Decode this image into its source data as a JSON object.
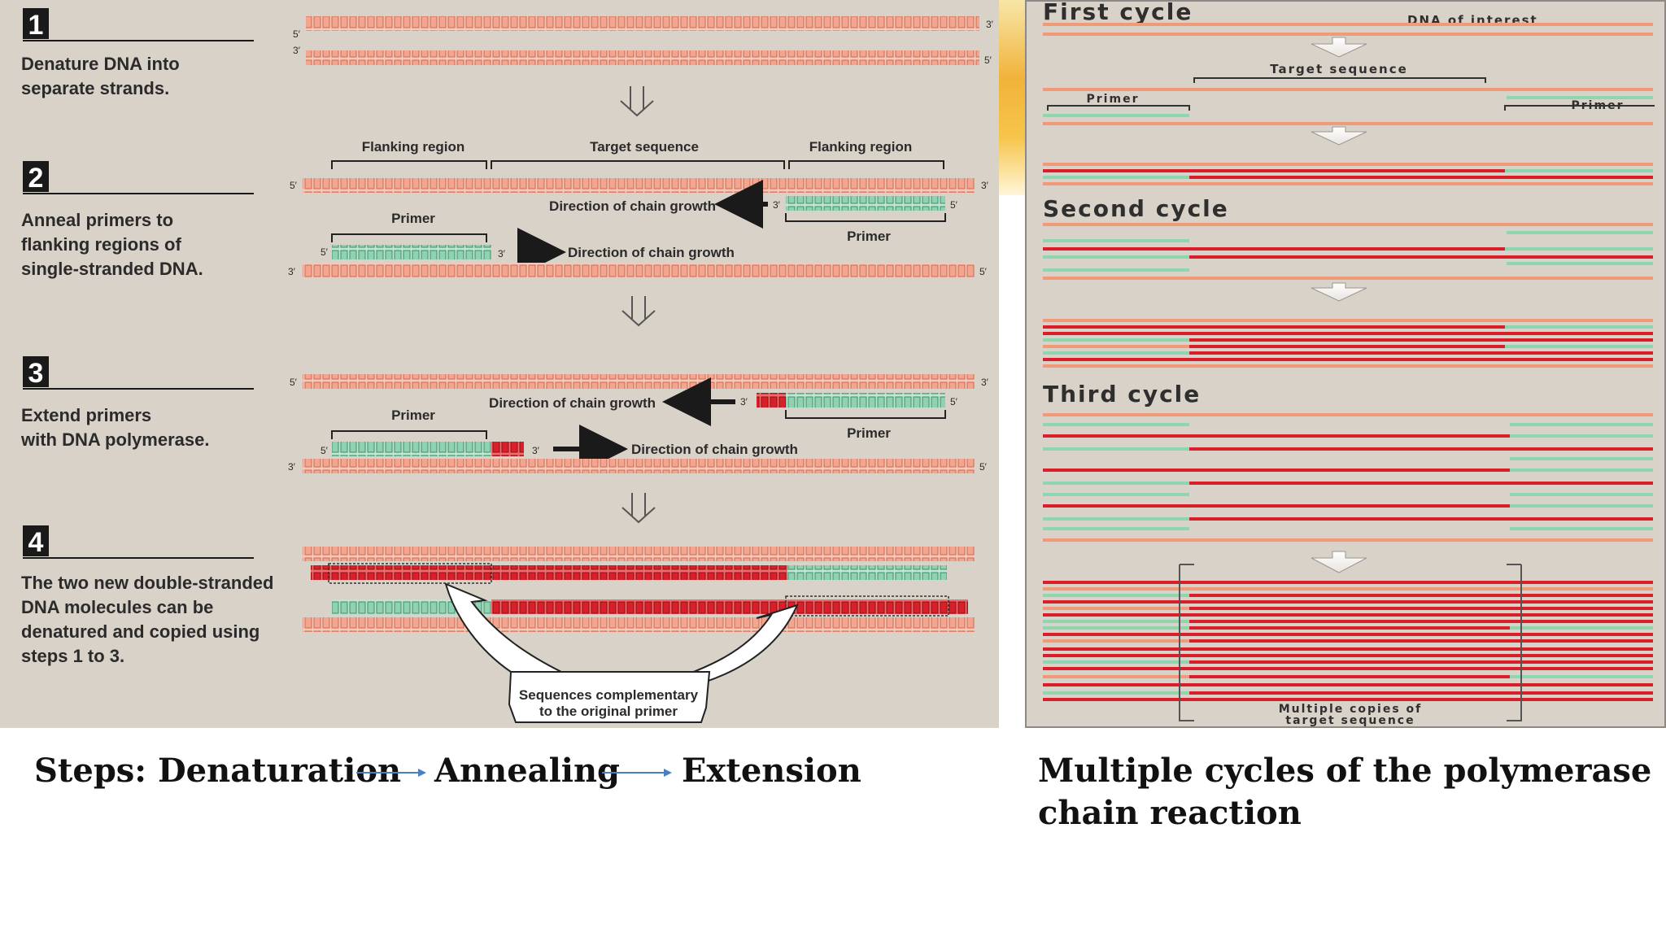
{
  "steps": [
    {
      "num": "1",
      "text": [
        "Denature DNA into",
        "separate strands."
      ]
    },
    {
      "num": "2",
      "text": [
        "Anneal primers to",
        "flanking regions of",
        "single-stranded DNA."
      ]
    },
    {
      "num": "3",
      "text": [
        "Extend primers",
        "with DNA polymerase."
      ]
    },
    {
      "num": "4",
      "text": [
        "The two new double-stranded",
        "DNA molecules can be",
        "denatured and copied using",
        "steps 1 to 3."
      ]
    }
  ],
  "left_labels": {
    "flanking_region": "Flanking region",
    "target_sequence": "Target sequence",
    "primer": "Primer",
    "direction": "Direction of chain growth",
    "complementary_line1": "Sequences complementary",
    "complementary_line2": "to the original primer",
    "five_prime": "5′",
    "three_prime": "3′"
  },
  "right_labels": {
    "first_cycle": "First cycle",
    "dna_of_interest": "DNA of interest",
    "target_sequence": "Target sequence",
    "primer_left": "Primer",
    "primer_right": "Primer",
    "second_cycle": "Second cycle",
    "third_cycle": "Third cycle",
    "multiple_copies_line1": "Multiple copies of",
    "multiple_copies_line2": "target sequence"
  },
  "captions": {
    "left_bullet": "",
    "steps_prefix": "Steps: Denaturation",
    "annealing": "Annealing",
    "extension": "Extension",
    "right_bullet": "",
    "right_line1": "Multiple cycles of the polymerase",
    "right_line2": "chain reaction"
  },
  "colors": {
    "panel_bg": "#d9d2c8",
    "dna_salmon": "#f3a58f",
    "dna_dark": "#c96a55",
    "primer_green": "#8fd1b0",
    "new_red": "#d9202a",
    "arrow_blue": "#4a7fc1"
  }
}
